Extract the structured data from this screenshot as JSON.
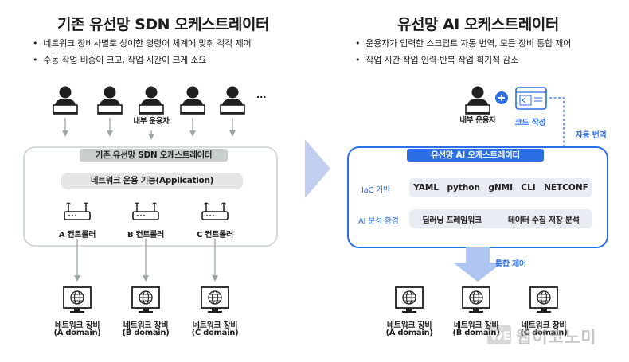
{
  "left": {
    "title": "기존 유선망 SDN 오케스트레이터",
    "bullets": [
      "네트워크 장비사별로 상이한 명령어 체계에 맞춰 각각 제어",
      "수동 작업 비중이 크고, 작업 시간이 크게 소요"
    ],
    "operator_label": "내부 운용자",
    "ellipsis": "...",
    "box_header": "기존 유선망 SDN 오케스트레이터",
    "app_layer": "네트워크 운용 기능(Application)",
    "controllers": [
      "A 컨트롤러",
      "B 컨트롤러",
      "C 컨트롤러"
    ],
    "devices": [
      {
        "name": "네트워크 장비",
        "domain": "(A domain)"
      },
      {
        "name": "네트워크 장비",
        "domain": "(B domain)"
      },
      {
        "name": "네트워크 장비",
        "domain": "(C domain)"
      }
    ]
  },
  "right": {
    "title": "유선망 AI 오케스트레이터",
    "bullets": [
      "운용자가 입력한 스크립트 자동 번역, 모든 장비 통합 제어",
      "작업 시간·작업 인력·반복 작업 획기적 감소"
    ],
    "operator_label": "내부 운용자",
    "code_label": "코드 작성",
    "auto_translate": "자동 번역",
    "box_header": "유선망 AI 오케스트레이터",
    "iac_label": "IaC 기반",
    "iac_items": [
      "YAML",
      "python",
      "gNMI",
      "CLI",
      "NETCONF"
    ],
    "ai_label": "AI 분석 환경",
    "ai_items": [
      "딥러닝 프레임워크",
      "데이터 수집 저장 분석"
    ],
    "integrated": "통합 제어",
    "devices": [
      {
        "name": "네트워크 장비",
        "domain": "(A domain)"
      },
      {
        "name": "네트워크 장비",
        "domain": "(B domain)"
      },
      {
        "name": "네트워크 장비",
        "domain": "(C domain)"
      }
    ]
  },
  "watermark": "웹이코노미",
  "colors": {
    "accent_blue": "#2b6ee6",
    "box_border_gray": "#c9d2cf",
    "header_gray": "#c8cfcd",
    "chevron": "#c3cff0"
  }
}
